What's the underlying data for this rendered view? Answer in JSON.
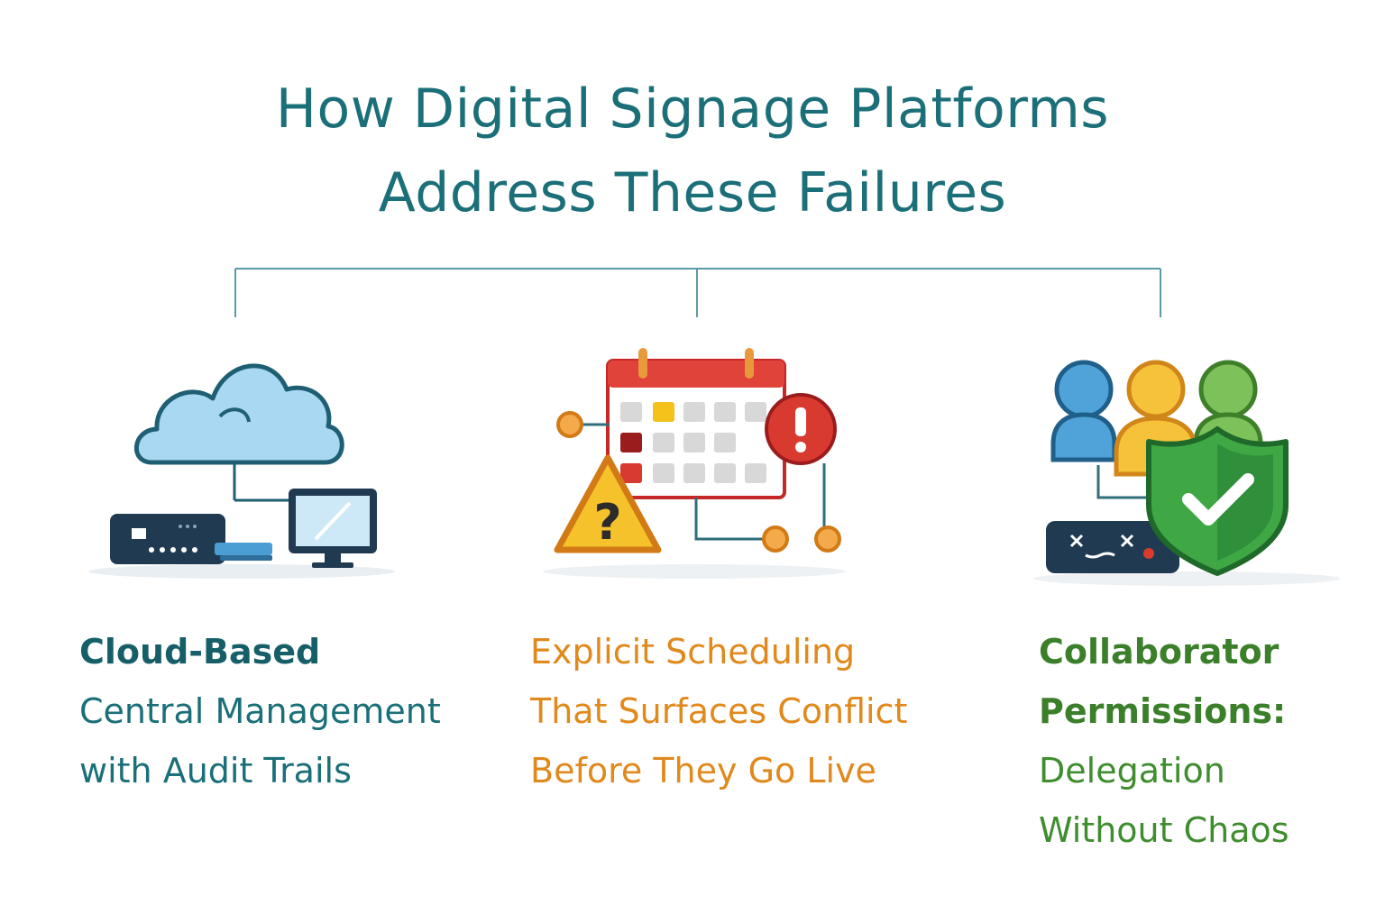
{
  "title": {
    "line1": "How Digital Signage Platforms",
    "line2": "Address These Failures"
  },
  "colors": {
    "title": "#1b6f78",
    "connector": "#5a9aa6",
    "cloud_branch": "#1b6f78",
    "scheduling_branch": "#e0891c",
    "permissions_branch": "#3f8d2f"
  },
  "branches": [
    {
      "icon": "cloud-network-devices-icon",
      "heading": "Cloud-Based",
      "lines": [
        "Central Management",
        "with Audit Trails"
      ]
    },
    {
      "icon": "calendar-conflict-warning-icon",
      "heading": "",
      "lines": [
        "Explicit Scheduling",
        "That Surfaces Conflict",
        "Before They Go Live"
      ]
    },
    {
      "icon": "users-shield-check-icon",
      "heading": "Collaborator",
      "heading2": "Permissions:",
      "lines": [
        "Delegation",
        "Without Chaos"
      ]
    }
  ]
}
